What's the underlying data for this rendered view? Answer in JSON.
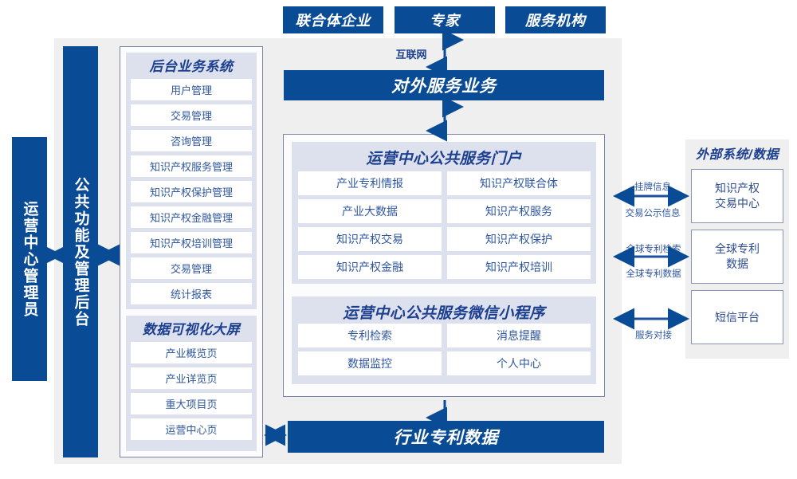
{
  "colors": {
    "deep_blue": "#0a4b96",
    "lavender": "#dde0ed",
    "panel_gray": "#efefef",
    "card_border": "#8a93b8",
    "text_blue": "#2f57a0"
  },
  "top_actors": [
    {
      "label": "联合体企业"
    },
    {
      "label": "专家"
    },
    {
      "label": "服务机构"
    }
  ],
  "internet_label": "互联网",
  "external_service_bar": {
    "label": "对外服务业务"
  },
  "industry_data_bar": {
    "label": "行业专利数据"
  },
  "left_sidebar": {
    "admin": {
      "label": "运营中心管理员"
    },
    "common_backend": {
      "label": "公共功能及管理后台"
    }
  },
  "backend_panel": {
    "title": "后台业务系统",
    "items": [
      {
        "label": "用户管理"
      },
      {
        "label": "交易管理"
      },
      {
        "label": "咨询管理"
      },
      {
        "label": "知识产权服务管理"
      },
      {
        "label": "知识产权保护管理"
      },
      {
        "label": "知识产权金融管理"
      },
      {
        "label": "知识产权培训管理"
      },
      {
        "label": "交易管理"
      },
      {
        "label": "统计报表"
      }
    ]
  },
  "visualization_panel": {
    "title": "数据可视化大屏",
    "items": [
      {
        "label": "产业概览页"
      },
      {
        "label": "产业详览页"
      },
      {
        "label": "重大项目页"
      },
      {
        "label": "运营中心页"
      }
    ]
  },
  "portal_panel": {
    "title": "运营中心公共服务门户",
    "items": [
      {
        "label": "产业专利情报"
      },
      {
        "label": "知识产权联合体"
      },
      {
        "label": "产业大数据"
      },
      {
        "label": "知识产权服务"
      },
      {
        "label": "知识产权交易"
      },
      {
        "label": "知识产权保护"
      },
      {
        "label": "知识产权金融"
      },
      {
        "label": "知识产权培训"
      }
    ]
  },
  "miniprogram_panel": {
    "title": "运营中心公共服务微信小程序",
    "items": [
      {
        "label": "专利检索"
      },
      {
        "label": "消息提醒"
      },
      {
        "label": "数据监控"
      },
      {
        "label": "个人中心"
      }
    ]
  },
  "external_panel": {
    "title": "外部系统/数据",
    "items": [
      {
        "label": "知识产权\n交易中心",
        "line1": "知识产权",
        "line2": "交易中心"
      },
      {
        "label": "全球专利\n数据",
        "line1": "全球专利",
        "line2": "数据"
      },
      {
        "label": "短信平台",
        "line1": "短信平台",
        "line2": ""
      }
    ],
    "connectors": [
      {
        "above": "挂牌信息",
        "below": "交易公示信息"
      },
      {
        "above": "全球专利检索",
        "below": "全球专利数据"
      },
      {
        "above": "",
        "below": "服务对接"
      }
    ]
  }
}
